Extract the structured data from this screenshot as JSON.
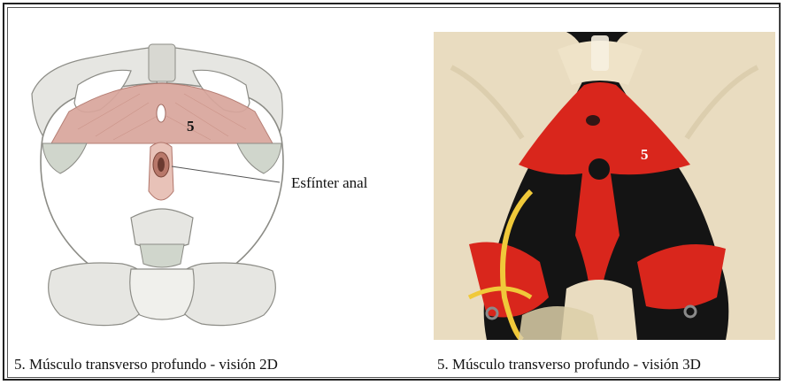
{
  "panel_2d": {
    "muscle_number": "5",
    "pointer_label": "Esfínter anal",
    "caption": "5. Músculo transverso profundo - visión 2D"
  },
  "panel_3d": {
    "muscle_number": "5",
    "caption": "5. Músculo transverso profundo - visión 3D"
  },
  "colors": {
    "bone_2d": "#e6e6e2",
    "bone_outline": "#8c8c86",
    "muscle_2d": "#d9a69c",
    "bone_3d": "#e9dcc0",
    "muscle_3d": "#d9261c",
    "background_3d": "#141414"
  }
}
